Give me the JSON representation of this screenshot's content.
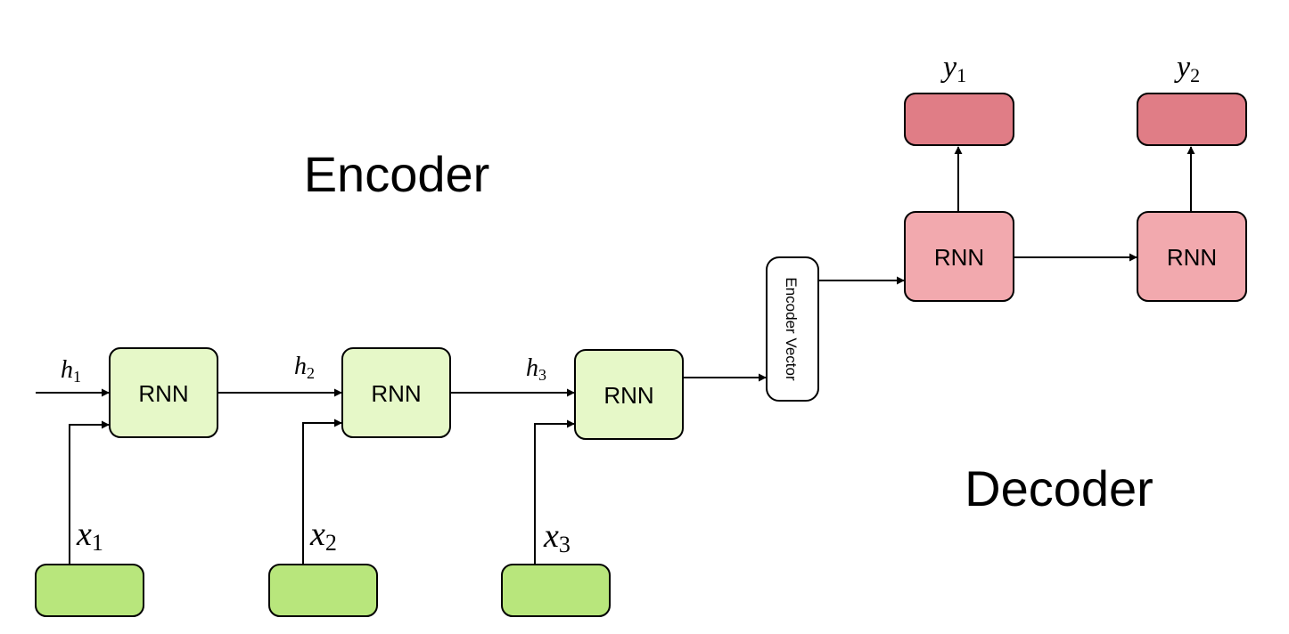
{
  "labels": {
    "encoder_title": "Encoder",
    "decoder_title": "Decoder",
    "encoder_vector": "Encoder Vector"
  },
  "encoder_cells": [
    {
      "label": "RNN",
      "hidden_var": "h",
      "hidden_sub": "1",
      "input_var": "x",
      "input_sub": "1"
    },
    {
      "label": "RNN",
      "hidden_var": "h",
      "hidden_sub": "2",
      "input_var": "x",
      "input_sub": "2"
    },
    {
      "label": "RNN",
      "hidden_var": "h",
      "hidden_sub": "3",
      "input_var": "x",
      "input_sub": "3"
    }
  ],
  "decoder_cells": [
    {
      "label": "RNN",
      "output_var": "y",
      "output_sub": "1"
    },
    {
      "label": "RNN",
      "output_var": "y",
      "output_sub": "2"
    }
  ],
  "colors": {
    "encoder_cell_fill": "#e6f8c8",
    "input_box_fill": "#b8e67c",
    "decoder_cell_fill": "#f2a9ae",
    "output_box_fill": "#e07d86",
    "stroke": "#000000"
  }
}
